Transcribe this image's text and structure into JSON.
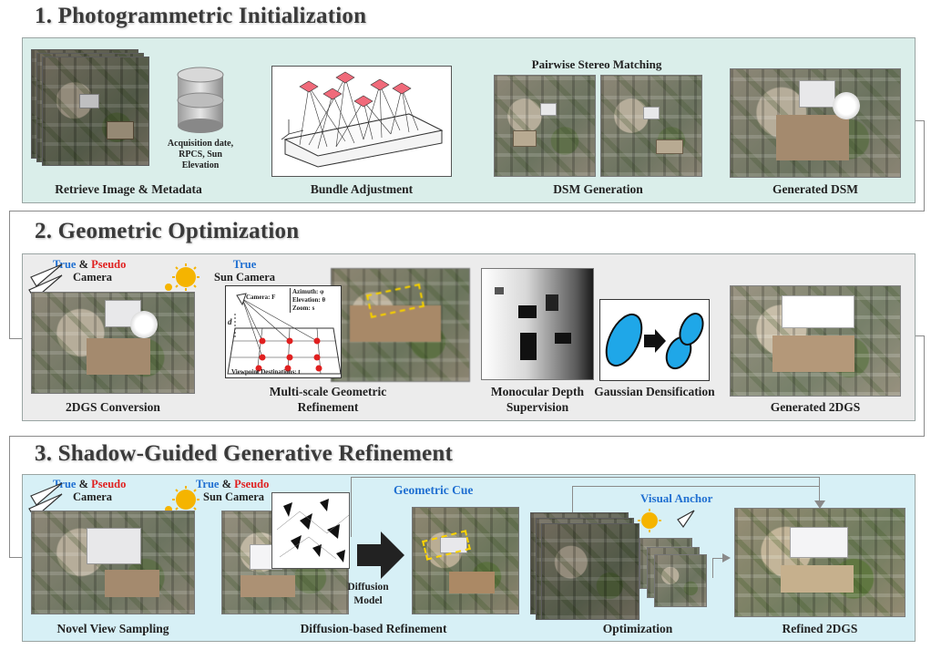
{
  "sections": [
    {
      "title": "1. Photogrammetric Initialization",
      "captions": [
        "Retrieve Image & Metadata",
        "Bundle Adjustment",
        "DSM Generation",
        "Generated DSM"
      ],
      "metadata_label": "Acquisition date, RPCS, Sun Elevation",
      "stereo_label": "Pairwise Stereo Matching",
      "bg_color": "#daeeea"
    },
    {
      "title": "2. Geometric Optimization",
      "captions": [
        "2DGS Conversion",
        "Multi-scale Geometric Refinement",
        "Monocular Depth Supervision",
        "Gaussian Densification",
        "Generated 2DGS"
      ],
      "cam_true": "True",
      "cam_amp": "&",
      "cam_pseudo": "Pseudo",
      "cam_camera": "Camera",
      "sun_true": "True",
      "sun_camera": "Sun Camera",
      "diagram": {
        "camera": "Camera: F",
        "azimuth": "Azimuth: φ",
        "elevation": "Elevation: θ",
        "zoom": "Zoom: s",
        "d": "d",
        "viewpoints": "Viewpoint Destinations: t"
      },
      "bg_color": "#ececec"
    },
    {
      "title": "3. Shadow-Guided Generative Refinement",
      "captions": [
        "Novel View Sampling",
        "Diffusion-based Refinement",
        "Optimization",
        "Refined 2DGS"
      ],
      "cam_true": "True",
      "cam_amp": "&",
      "cam_pseudo": "Pseudo",
      "cam_camera": "Camera",
      "sun_true": "True",
      "sun_amp": "&",
      "sun_pseudo": "Pseudo",
      "sun_camera": "Sun Camera",
      "geometric_cue": "Geometric Cue",
      "visual_anchor": "Visual Anchor",
      "diffusion": "Diffusion Model",
      "bg_color": "#d7f0f6"
    }
  ],
  "colors": {
    "true_blue": "#1f6fd1",
    "pseudo_red": "#e0201f",
    "sun": "#f5b400",
    "gaussian_blue": "#1fa7e8",
    "dash_yellow": "#f3d21b"
  }
}
